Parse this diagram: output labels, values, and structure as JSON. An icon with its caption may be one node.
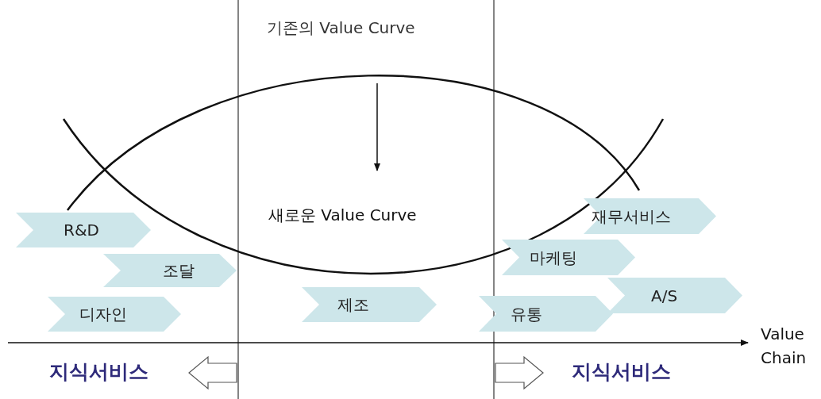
{
  "diagram": {
    "nodes": [
      {
        "text": [
          "R&D"
        ]
      },
      {
        "text": [
          "조달"
        ]
      },
      {
        "text": [
          "디자인"
        ]
      },
      {
        "text": [
          "제조"
        ]
      },
      {
        "text": [
          "재무서비스"
        ]
      },
      {
        "text": [
          "마케팅"
        ]
      },
      {
        "text": [
          "A/S"
        ]
      },
      {
        "text": [
          "유통"
        ]
      }
    ],
    "labels": [
      "기존의 Value Curve",
      "새로운 Value Curve",
      "Value Chain",
      "지식서비스",
      "지식서비스"
    ]
  }
}
